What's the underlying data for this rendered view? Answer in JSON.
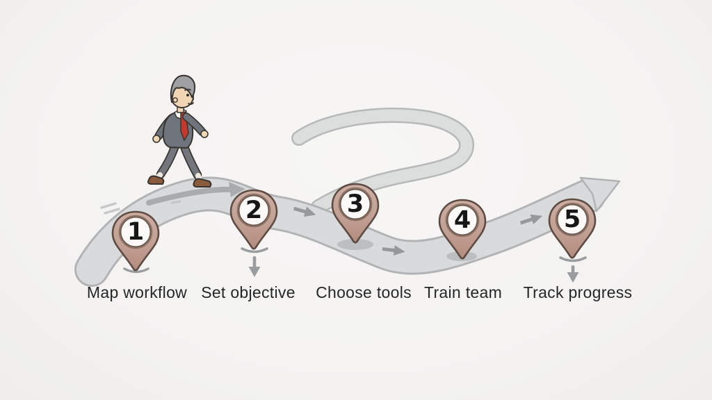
{
  "illustration": {
    "type": "process-roadmap",
    "description": "businessman walking along a winding road with five numbered milestones"
  },
  "steps": [
    {
      "number": "1",
      "label": "Map workflow"
    },
    {
      "number": "2",
      "label": "Set objective"
    },
    {
      "number": "3",
      "label": "Choose tools"
    },
    {
      "number": "4",
      "label": "Train team"
    },
    {
      "number": "5",
      "label": "Track progress"
    }
  ],
  "icons": {
    "pin": "map-pin-marker",
    "walker": "walking-businessman",
    "road_end": "right-arrowhead",
    "step_pointer": "down-arrow",
    "road_arrow": "chevron-arrow"
  },
  "colors": {
    "background": "#f5f4f3",
    "road_fill": "#d9dadb",
    "road_outline": "#b1b3b5",
    "arrow_gray": "#96999c",
    "pin_fill_top": "#cdaea2",
    "pin_fill_bottom": "#b28c7e",
    "pin_outline": "#5d4b43",
    "pin_circle": "#fbfaf8",
    "number_color": "#161616",
    "label_color": "#262626",
    "suit": "#70757d",
    "tie": "#c23a2c",
    "shoes": "#8a5c3e",
    "hair": "#9fa0a3",
    "skin": "#f1d6b5"
  }
}
